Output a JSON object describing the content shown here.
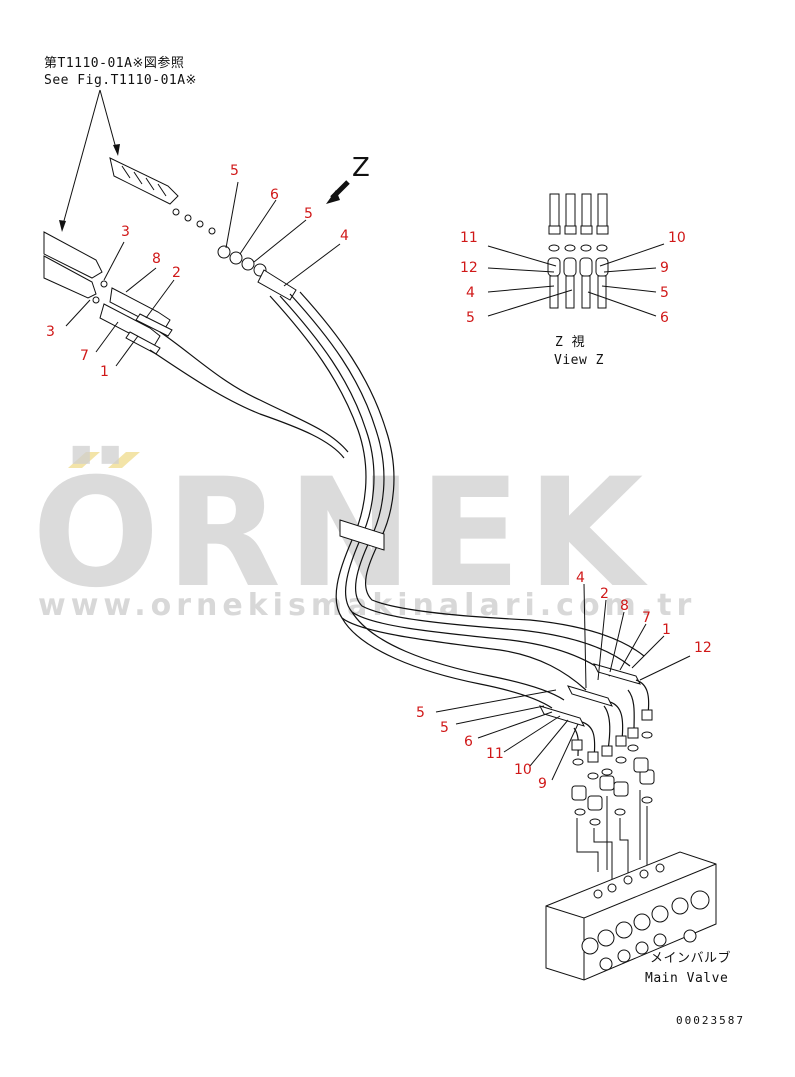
{
  "notes": {
    "ref_jp": "第T1110-01A※図参照",
    "ref_en": "See Fig.T1110-01A※",
    "view_letter": "Z",
    "view_jp": "Z  視",
    "view_en": "View Z",
    "valve_jp": "メインバルブ",
    "valve_en": "Main Valve",
    "drawing_no": "00023587"
  },
  "watermark": {
    "brand": "ÖRNEK",
    "url": "www.ornekismakinalari.com.tr"
  },
  "callouts": {
    "top_left": [
      "3",
      "8",
      "2",
      "3",
      "7",
      "1"
    ],
    "top_center": [
      "5",
      "6",
      "5",
      "4"
    ],
    "view_z_left": [
      "11",
      "12",
      "4",
      "5"
    ],
    "view_z_right": [
      "10",
      "9",
      "5",
      "6"
    ],
    "valve_top": [
      "4",
      "2",
      "8",
      "7",
      "1",
      "12"
    ],
    "valve_left": [
      "5",
      "5",
      "6",
      "11",
      "10",
      "9"
    ]
  },
  "colors": {
    "callout": "#d01818",
    "line": "#111111",
    "watermark": "#cfcfcf",
    "accent": "#f3e4a8"
  }
}
